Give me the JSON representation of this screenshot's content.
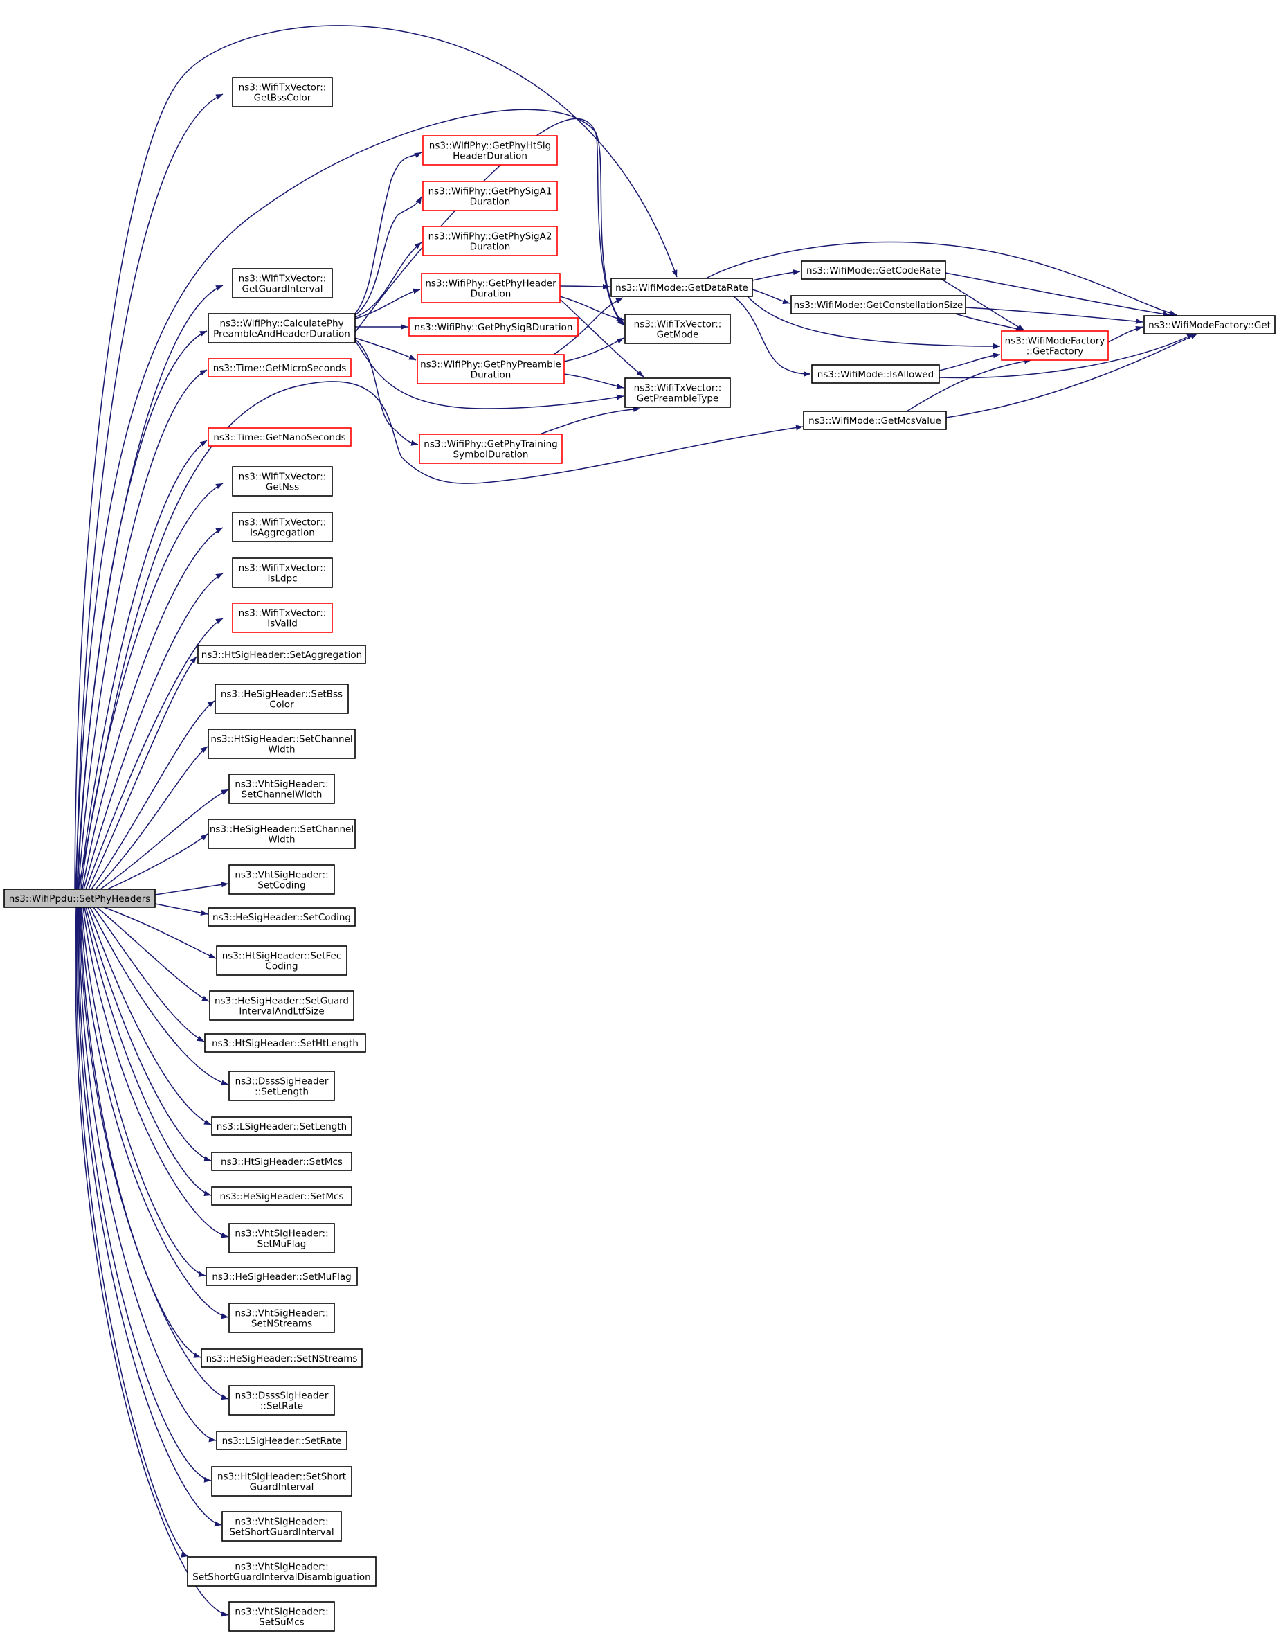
{
  "colors": {
    "edge": "#191970",
    "node_border_default": "#000000",
    "node_border_truncated": "#ff0000",
    "root_fill": "#bfbfbf",
    "node_fill": "#ffffff"
  },
  "nodes": {
    "root": [
      "ns3::WifiPpdu::SetPhyHeaders"
    ],
    "bsscolor": [
      "ns3::WifiTxVector::",
      "GetBssColor"
    ],
    "guardint": [
      "ns3::WifiTxVector::",
      "GetGuardInterval"
    ],
    "calcpre": [
      "ns3::WifiPhy::CalculatePhy",
      "PreambleAndHeaderDuration"
    ],
    "micro": [
      "ns3::Time::GetMicroSeconds"
    ],
    "nano": [
      "ns3::Time::GetNanoSeconds"
    ],
    "nss": [
      "ns3::WifiTxVector::",
      "GetNss"
    ],
    "isagg": [
      "ns3::WifiTxVector::",
      "IsAggregation"
    ],
    "isldpc": [
      "ns3::WifiTxVector::",
      "IsLdpc"
    ],
    "isvalid": [
      "ns3::WifiTxVector::",
      "IsValid"
    ],
    "htagg": [
      "ns3::HtSigHeader::SetAggregation"
    ],
    "hebss": [
      "ns3::HeSigHeader::SetBss",
      "Color"
    ],
    "htcw": [
      "ns3::HtSigHeader::SetChannel",
      "Width"
    ],
    "vhtcw": [
      "ns3::VhtSigHeader::",
      "SetChannelWidth"
    ],
    "hecw": [
      "ns3::HeSigHeader::SetChannel",
      "Width"
    ],
    "vhtcod": [
      "ns3::VhtSigHeader::",
      "SetCoding"
    ],
    "hecod": [
      "ns3::HeSigHeader::SetCoding"
    ],
    "htfec": [
      "ns3::HtSigHeader::SetFec",
      "Coding"
    ],
    "hegi": [
      "ns3::HeSigHeader::SetGuard",
      "IntervalAndLtfSize"
    ],
    "htlen": [
      "ns3::HtSigHeader::SetHtLength"
    ],
    "dssslen": [
      "ns3::DsssSigHeader",
      "::SetLength"
    ],
    "llen": [
      "ns3::LSigHeader::SetLength"
    ],
    "htmcs": [
      "ns3::HtSigHeader::SetMcs"
    ],
    "hemcs": [
      "ns3::HeSigHeader::SetMcs"
    ],
    "vhtmu": [
      "ns3::VhtSigHeader::",
      "SetMuFlag"
    ],
    "hemu": [
      "ns3::HeSigHeader::SetMuFlag"
    ],
    "vhtns": [
      "ns3::VhtSigHeader::",
      "SetNStreams"
    ],
    "hens": [
      "ns3::HeSigHeader::SetNStreams"
    ],
    "dsssrate": [
      "ns3::DsssSigHeader",
      "::SetRate"
    ],
    "lrate": [
      "ns3::LSigHeader::SetRate"
    ],
    "htsgi": [
      "ns3::HtSigHeader::SetShort",
      "GuardInterval"
    ],
    "vhtsgi": [
      "ns3::VhtSigHeader::",
      "SetShortGuardInterval"
    ],
    "vhtsgid": [
      "ns3::VhtSigHeader::",
      "SetShortGuardIntervalDisambiguation"
    ],
    "vhtsu": [
      "ns3::VhtSigHeader::",
      "SetSuMcs"
    ],
    "htsig": [
      "ns3::WifiPhy::GetPhyHtSig",
      "HeaderDuration"
    ],
    "siga1": [
      "ns3::WifiPhy::GetPhySigA1",
      "Duration"
    ],
    "siga2": [
      "ns3::WifiPhy::GetPhySigA2",
      "Duration"
    ],
    "phyhdr": [
      "ns3::WifiPhy::GetPhyHeader",
      "Duration"
    ],
    "sigb": [
      "ns3::WifiPhy::GetPhySigBDuration"
    ],
    "phypre": [
      "ns3::WifiPhy::GetPhyPreamble",
      "Duration"
    ],
    "training": [
      "ns3::WifiPhy::GetPhyTraining",
      "SymbolDuration"
    ],
    "datarate": [
      "ns3::WifiMode::GetDataRate"
    ],
    "getmode": [
      "ns3::WifiTxVector::",
      "GetMode"
    ],
    "pretype": [
      "ns3::WifiTxVector::",
      "GetPreambleType"
    ],
    "coderate": [
      "ns3::WifiMode::GetCodeRate"
    ],
    "constsize": [
      "ns3::WifiMode::GetConstellationSize"
    ],
    "isallowed": [
      "ns3::WifiMode::IsAllowed"
    ],
    "mcsvalue": [
      "ns3::WifiMode::GetMcsValue"
    ],
    "factory": [
      "ns3::WifiModeFactory",
      "::GetFactory"
    ],
    "factoryget": [
      "ns3::WifiModeFactory::Get"
    ]
  }
}
